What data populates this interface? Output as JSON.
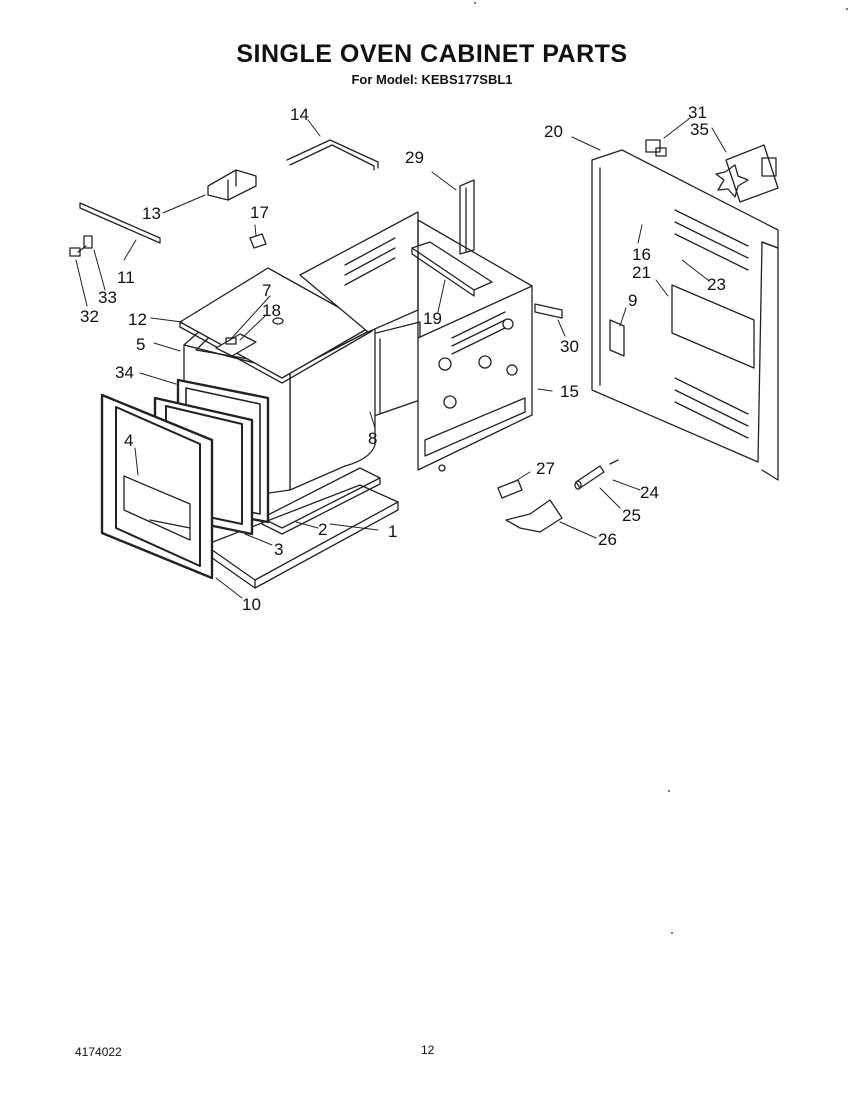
{
  "title": "SINGLE OVEN CABINET PARTS",
  "subtitle": "For Model: KEBS177SBL1",
  "part_numbers": [
    "1",
    "2",
    "3",
    "4",
    "5",
    "7",
    "8",
    "9",
    "10",
    "11",
    "12",
    "13",
    "14",
    "15",
    "16",
    "17",
    "18",
    "19",
    "20",
    "21",
    "23",
    "24",
    "25",
    "26",
    "27",
    "29",
    "30",
    "31",
    "32",
    "33",
    "34",
    "35"
  ],
  "footer": {
    "doc_number": "4174022",
    "page_number": "12"
  }
}
